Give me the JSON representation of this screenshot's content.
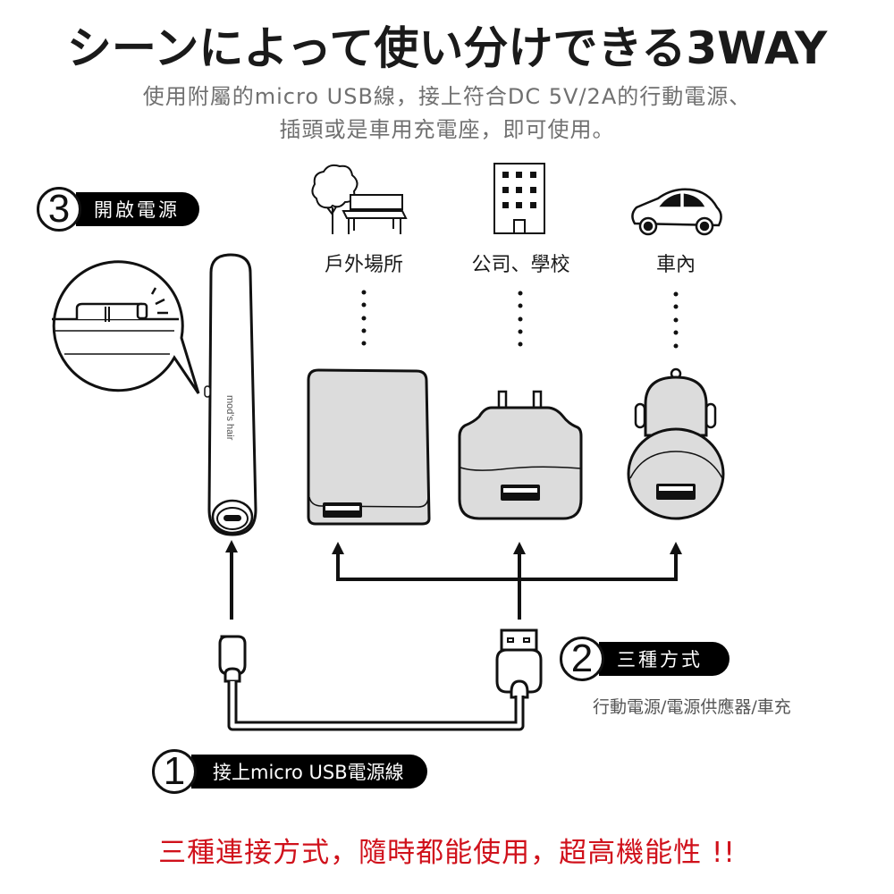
{
  "header": {
    "title": "シーンによって使い分けできる3WAY",
    "subtitle_line1": "使用附屬的micro USB線，接上符合DC 5V/2A的行動電源、",
    "subtitle_line2": "插頭或是車用充電座，即可使用。"
  },
  "steps": [
    {
      "number": "1",
      "label": "接上micro USB電源線"
    },
    {
      "number": "2",
      "label": "三種方式",
      "note": "行動電源/電源供應器/車充"
    },
    {
      "number": "3",
      "label": "開啟電源"
    }
  ],
  "scenes": [
    {
      "icon": "park-bench-tree-icon",
      "label": "戶外場所",
      "device": "power-bank"
    },
    {
      "icon": "office-building-icon",
      "label": "公司、學校",
      "device": "wall-adapter"
    },
    {
      "icon": "car-icon",
      "label": "車內",
      "device": "car-charger"
    }
  ],
  "device": {
    "brand": "mod's hair"
  },
  "footer": {
    "tagline": "三種連接方式，隨時都能使用，超高機能性 !!"
  },
  "colors": {
    "tagline_red": "#d0111b",
    "device_fill": "#dcdcdc",
    "subtitle_gray": "#707070"
  }
}
